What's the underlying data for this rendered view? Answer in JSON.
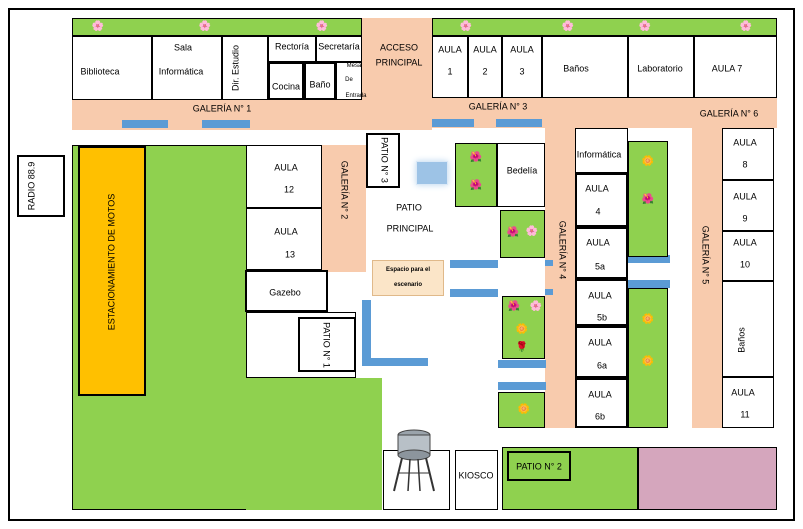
{
  "labels": {
    "biblioteca": "Biblioteca",
    "sala1": "Sala",
    "sala2": "Informática",
    "dir_estudio": "Dir. Estudio",
    "rectoria": "Rectoría",
    "secretaria": "Secretaría",
    "cocina": "Cocina",
    "bano": "Baño",
    "mesa1": "Mesa",
    "mesa2": "De",
    "mesa3": "Entrada",
    "acceso1": "ACCESO",
    "acceso2": "PRINCIPAL",
    "aula1_a": "AULA",
    "aula1_b": "1",
    "aula2_a": "AULA",
    "aula2_b": "2",
    "aula3_a": "AULA",
    "aula3_b": "3",
    "banos_top": "Baños",
    "laboratorio": "Laboratorio",
    "aula7": "AULA 7",
    "galeria1": "GALERÍA N° 1",
    "galeria2": "GALERÍA N° 2",
    "galeria3": "GALERÍA N° 3",
    "galeria4": "GALERÍA N° 4",
    "galeria5": "GALERÍA N° 5",
    "galeria6": "GALERÍA N° 6",
    "radio": "RADIO 88.9",
    "estacionamiento": "ESTACIONAMIENTO DE MOTOS",
    "aula12_a": "AULA",
    "aula12_b": "12",
    "aula13_a": "AULA",
    "aula13_b": "13",
    "gazebo": "Gazebo",
    "patio1": "PATIO N° 1",
    "patio3": "PATIO N° 3",
    "patio_principal1": "PATIO",
    "patio_principal2": "PRINCIPAL",
    "escenario1": "Espacio para el",
    "escenario2": "escenario",
    "bedelia": "Bedelía",
    "informatica": "Informática",
    "aula4_a": "AULA",
    "aula4_b": "4",
    "aula5a_a": "AULA",
    "aula5a_b": "5a",
    "aula5b_a": "AULA",
    "aula5b_b": "5b",
    "aula6a_a": "AULA",
    "aula6a_b": "6a",
    "aula6b_a": "AULA",
    "aula6b_b": "6b",
    "aula8_a": "AULA",
    "aula8_b": "8",
    "aula9_a": "AULA",
    "aula9_b": "9",
    "aula10_a": "AULA",
    "aula10_b": "10",
    "banos_right": "Baños",
    "aula11_a": "AULA",
    "aula11_b": "11",
    "kiosco": "KIOSCO",
    "patio2": "PATIO N° 2"
  },
  "colors": {
    "garden": "#8fd14f",
    "corridor": "#f8cbad",
    "bench": "#5b9bd5",
    "parking": "#ffc000",
    "stage": "#fbe5c8",
    "pink_area": "#d5a6bd"
  },
  "icons": [
    "flower-icon",
    "water-tank-icon"
  ]
}
